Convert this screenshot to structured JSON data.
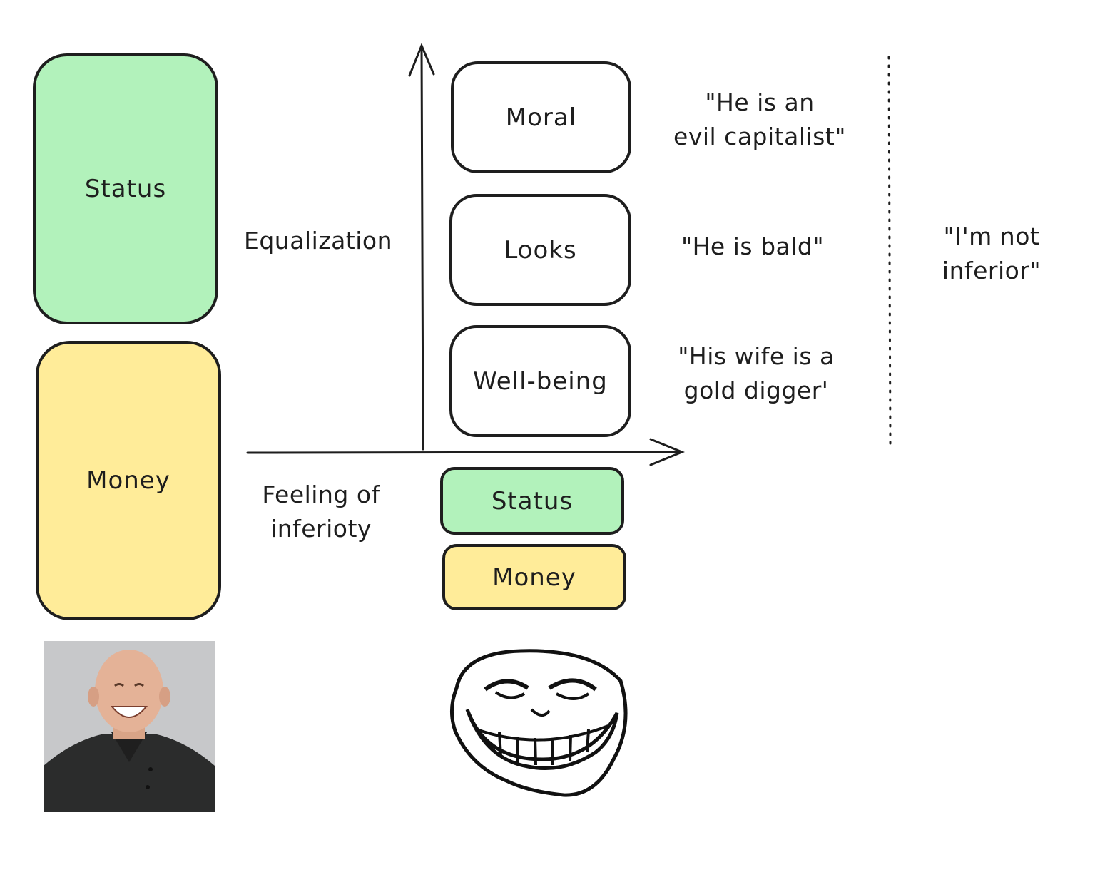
{
  "left_column": {
    "status_label": "Status",
    "money_label": "Money"
  },
  "axis_labels": {
    "vertical": "Equalization",
    "horizontal": "Feeling of\ninferioty"
  },
  "stack_boxes": [
    {
      "label": "Moral",
      "quote": "\"He is an\nevil capitalist\""
    },
    {
      "label": "Looks",
      "quote": "\"He is bald\""
    },
    {
      "label": "Well-being",
      "quote": "\"His wife is a\ngold digger'"
    }
  ],
  "small_boxes": {
    "status_label": "Status",
    "money_label": "Money"
  },
  "conclusion": "\"I'm not\ninferior\"",
  "colors": {
    "status_fill": "#b2f2bb",
    "money_fill": "#ffec99",
    "stroke": "#1e1e1e"
  },
  "icons": {
    "person_photo": "smiling-bald-man-photo",
    "troll_face": "trollface-meme-icon"
  }
}
